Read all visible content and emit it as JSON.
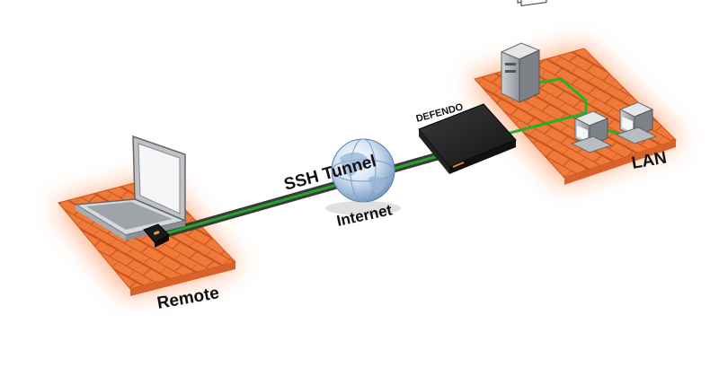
{
  "diagram": {
    "labels": {
      "remote": "Remote",
      "lan": "LAN",
      "tunnel": "SSH Tunnel",
      "internet": "Internet",
      "device": "DEFENDO"
    },
    "colors": {
      "brick": "#f07a3a",
      "brick_mortar": "#c9551e",
      "glow": "#ff6a1a",
      "tunnel_outer": "#3a3a3a",
      "tunnel_core": "#1fa82a",
      "lan_cable": "#22b22c",
      "device_body": "#1b1b1b"
    },
    "icons": [
      "laptop-icon",
      "usb-key-icon",
      "globe-icon",
      "router-icon",
      "server-icon",
      "desktop-computer-icon"
    ]
  }
}
